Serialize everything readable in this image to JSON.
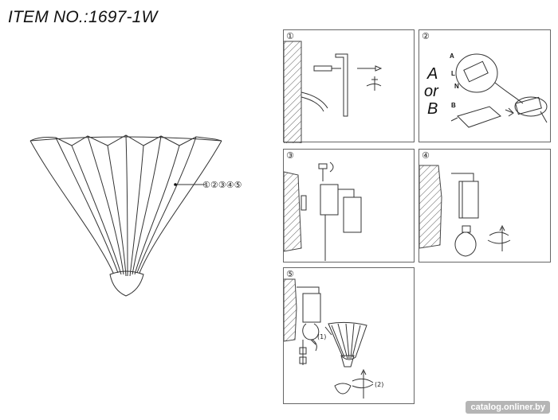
{
  "header": {
    "item_no": "ITEM NO.:1697-1W"
  },
  "main_drawing": {
    "parts_label": "①②③④⑤"
  },
  "steps": [
    {
      "number": "①"
    },
    {
      "number": "②",
      "choice_a": "A",
      "choice_or": "or",
      "choice_b": "B",
      "wire_labels": {
        "a_top": "A",
        "l": "L",
        "n": "N",
        "b": "B"
      }
    },
    {
      "number": "③"
    },
    {
      "number": "④"
    },
    {
      "number": "⑤",
      "callout_1": "(1)",
      "callout_2": "(2)"
    }
  ],
  "watermark": "catalog.onliner.by"
}
